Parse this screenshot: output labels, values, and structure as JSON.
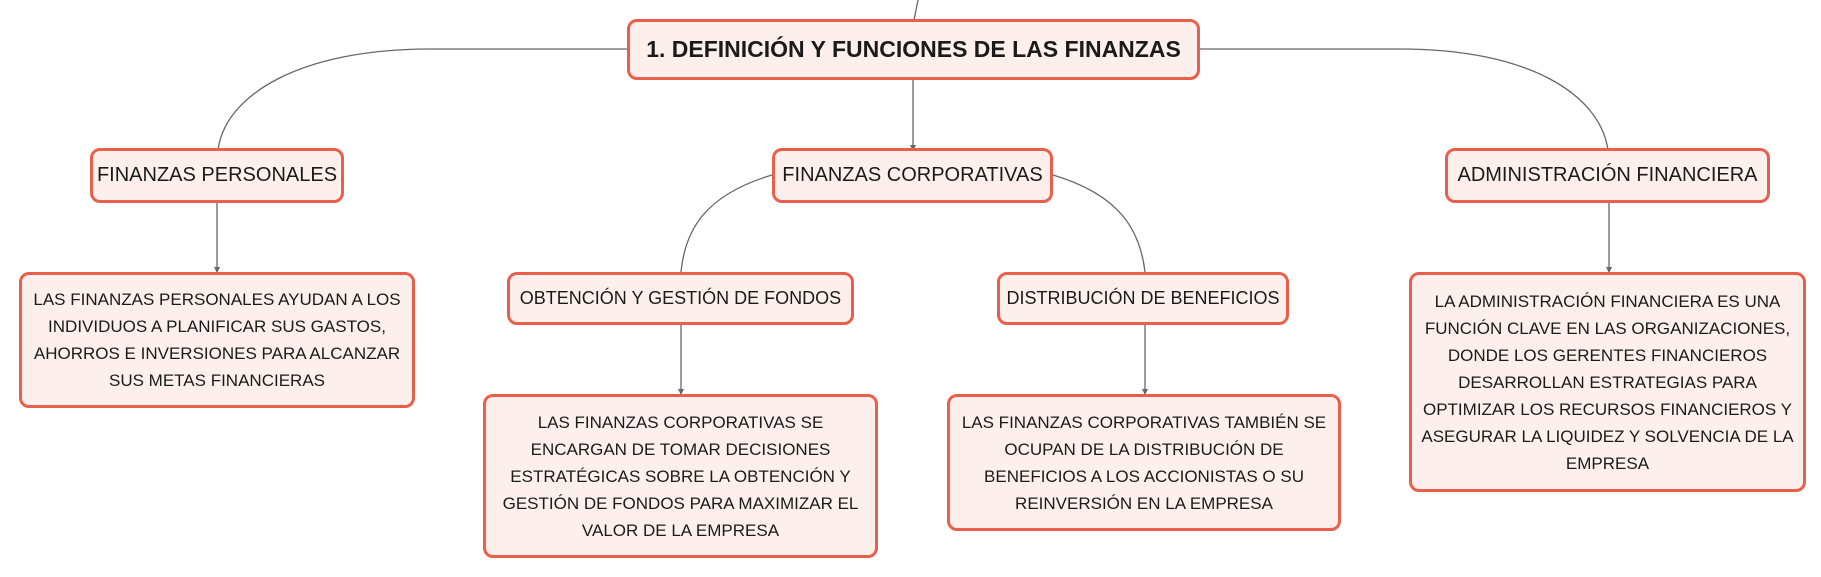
{
  "diagram": {
    "root": "1. DEFINICIÓN Y FUNCIONES DE LAS FINANZAS",
    "personales": {
      "title": "FINANZAS PERSONALES",
      "description": "LAS FINANZAS PERSONALES AYUDAN A LOS INDIVIDUOS A PLANIFICAR SUS GASTOS, AHORROS E INVERSIONES PARA ALCANZAR SUS METAS FINANCIERAS"
    },
    "corporativas": {
      "title": "FINANZAS CORPORATIVAS",
      "obtencion": {
        "title": "OBTENCIÓN Y GESTIÓN DE FONDOS",
        "description": "LAS FINANZAS CORPORATIVAS SE ENCARGAN DE TOMAR DECISIONES ESTRATÉGICAS SOBRE LA OBTENCIÓN Y GESTIÓN DE FONDOS PARA MAXIMIZAR EL VALOR DE LA EMPRESA"
      },
      "distribucion": {
        "title": "DISTRIBUCIÓN DE BENEFICIOS",
        "description": "LAS FINANZAS CORPORATIVAS TAMBIÉN SE OCUPAN DE LA DISTRIBUCIÓN DE BENEFICIOS A LOS ACCIONISTAS O SU REINVERSIÓN EN LA EMPRESA"
      }
    },
    "administracion": {
      "title": "ADMINISTRACIÓN FINANCIERA",
      "description": "LA ADMINISTRACIÓN FINANCIERA ES UNA FUNCIÓN CLAVE EN LAS ORGANIZACIONES, DONDE LOS GERENTES FINANCIEROS DESARROLLAN ESTRATEGIAS PARA OPTIMIZAR LOS RECURSOS FINANCIEROS Y ASEGURAR LA LIQUIDEZ Y SOLVENCIA DE LA EMPRESA"
    },
    "colors": {
      "border": "#e8604c",
      "fill": "#fdf0ec",
      "connector": "#666666"
    }
  }
}
